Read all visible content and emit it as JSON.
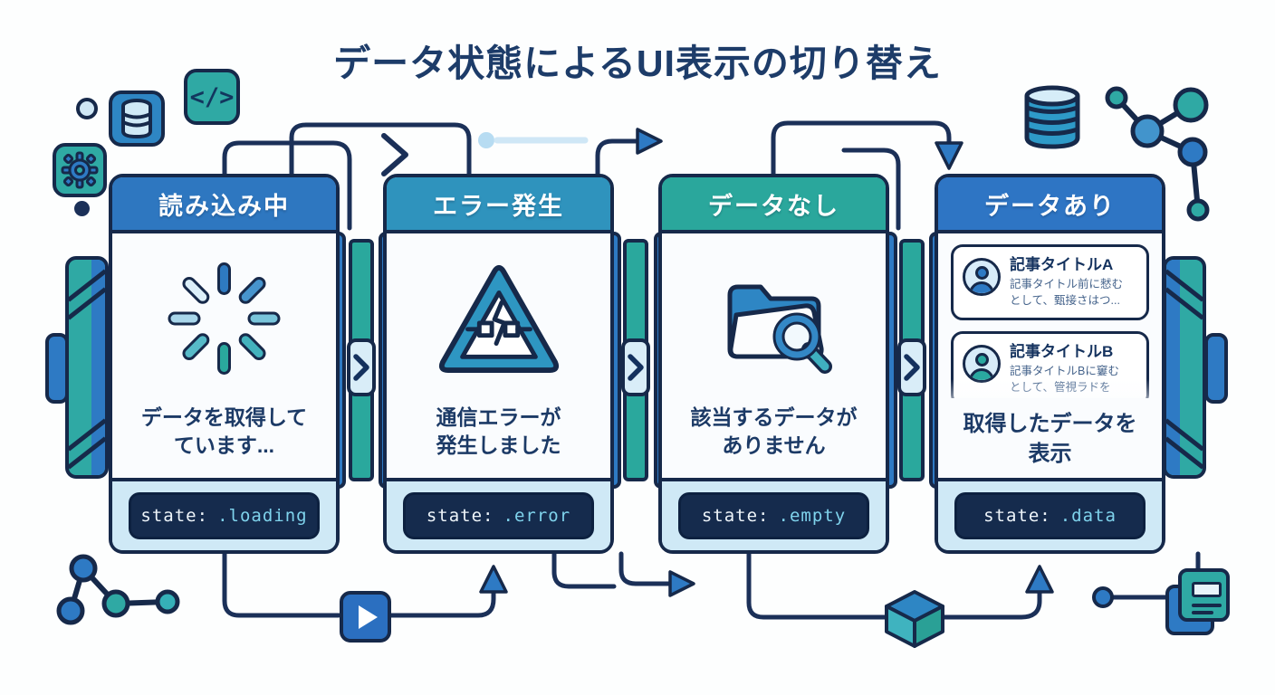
{
  "title": "データ状態によるUI表示の切り替え",
  "cards": [
    {
      "id": "loading",
      "header": "読み込み中",
      "icon": "spinner-icon",
      "caption_line1": "データを取得して",
      "caption_line2": "ています...",
      "state_label": "state:",
      "state_value": ".loading",
      "header_color": "#2e77c0"
    },
    {
      "id": "error",
      "header": "エラー発生",
      "icon": "warning-triangle-icon",
      "caption_line1": "通信エラーが",
      "caption_line2": "発生しました",
      "state_label": "state:",
      "state_value": ".error",
      "header_color": "#2f93bd"
    },
    {
      "id": "empty",
      "header": "データなし",
      "icon": "folder-search-icon",
      "caption_line1": "該当するデータが",
      "caption_line2": "ありません",
      "state_label": "state:",
      "state_value": ".empty",
      "header_color": "#2aa79c"
    },
    {
      "id": "data",
      "header": "データあり",
      "icon": "article-list",
      "caption_line1": "取得したデータを",
      "caption_line2": "表示",
      "state_label": "state:",
      "state_value": ".data",
      "header_color": "#2e75c4",
      "articles": [
        {
          "title": "記事タイトルA",
          "desc_line1": "記事タイトル前に憖む",
          "desc_line2": "として、甄接さはつ..."
        },
        {
          "title": "記事タイトルB",
          "desc_line1": "記事タイトルBに窶む",
          "desc_line2": "として、管視ラドを"
        }
      ]
    }
  ],
  "decor": {
    "code_glyph": "</>",
    "icons": [
      "circle-dot",
      "database-icon",
      "code-icon",
      "gear-icon",
      "navy-dot",
      "database-cylinder-icon",
      "molecule-icon",
      "graph-nodes-icon",
      "play-button-icon",
      "cube-icon",
      "document-icon",
      "chevron-right-icon"
    ]
  },
  "colors": {
    "outline_navy": "#16294a",
    "title_navy": "#1d3c69",
    "blue": "#2e7ac4",
    "cyan_blue": "#2f93bd",
    "teal": "#2aa89d",
    "footer_light_blue": "#cfe9f6",
    "pill_bg": "#152b4d",
    "pill_value_cyan": "#7fd3ec"
  }
}
